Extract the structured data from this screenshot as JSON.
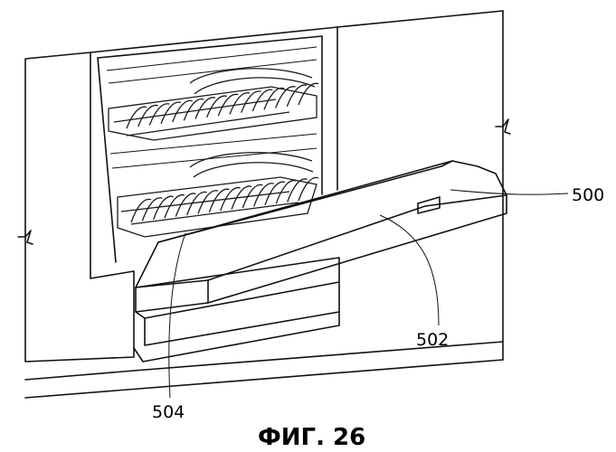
{
  "figure": {
    "caption": "ФИГ. 26",
    "labels": {
      "door_panel": "500",
      "door_handle": "502",
      "rack": "504"
    }
  }
}
